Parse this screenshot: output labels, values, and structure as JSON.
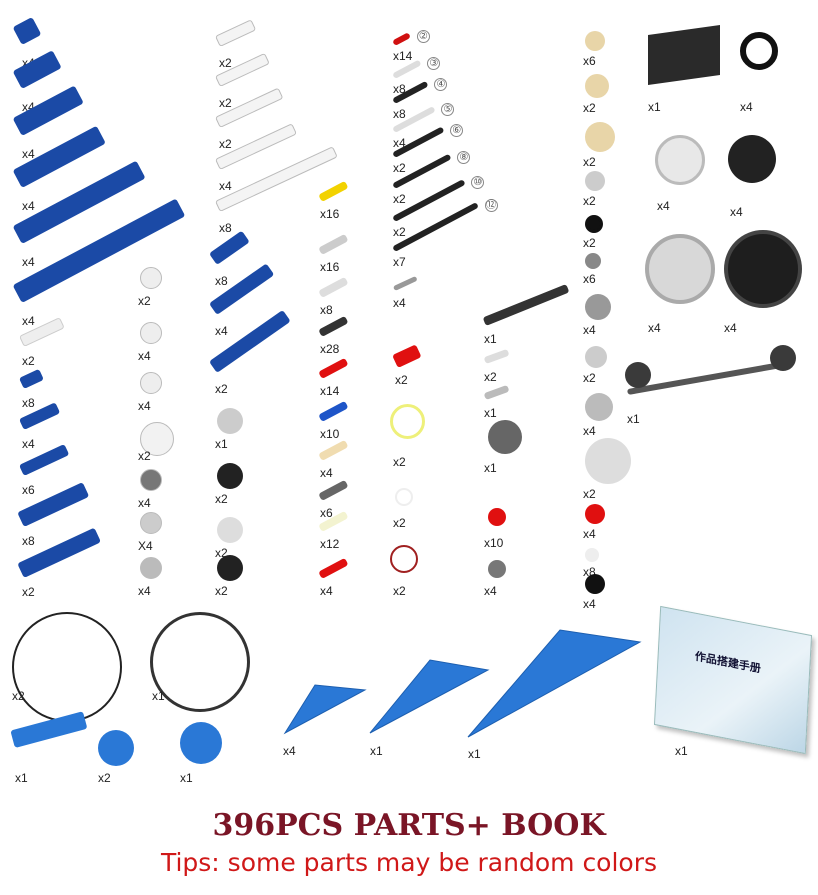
{
  "parts": {
    "blue_beams": [
      "x4",
      "x4",
      "x4",
      "x4",
      "x4",
      "x4"
    ],
    "blue_plates": [
      "x2",
      "x8",
      "x4",
      "x6",
      "x8",
      "x2"
    ],
    "connectors_col2": [
      "x2",
      "x4",
      "x4",
      "x2",
      "x4",
      "X4",
      "x4"
    ],
    "white_beams": [
      "x2",
      "x2",
      "x2",
      "x4",
      "x8"
    ],
    "col3_parts": [
      "x8",
      "x4",
      "x2",
      "x1",
      "x2",
      "x2",
      "x2"
    ],
    "pins": [
      "x16",
      "x16",
      "x8",
      "x28",
      "x14",
      "x10",
      "x4",
      "x6",
      "x12",
      "x4"
    ],
    "axles": [
      {
        "qty": "x14",
        "length": "②"
      },
      {
        "qty": "x8",
        "length": "③"
      },
      {
        "qty": "x8",
        "length": "④"
      },
      {
        "qty": "x4",
        "length": "⑤"
      },
      {
        "qty": "x2",
        "length": "⑥"
      },
      {
        "qty": "x2",
        "length": "⑧"
      },
      {
        "qty": "x2",
        "length": "⑩"
      },
      {
        "qty": "x7",
        "length": "⑫"
      }
    ],
    "col5_parts": [
      "x4",
      "x2",
      "x2",
      "x2",
      "x2"
    ],
    "col6_parts": [
      "x1",
      "x2",
      "x1",
      "x1",
      "x10",
      "x4"
    ],
    "gears": [
      "x6",
      "x2",
      "x2",
      "x2",
      "x2",
      "x6",
      "x4",
      "x2",
      "x4",
      "x2",
      "x4",
      "x8",
      "x4"
    ],
    "right_parts": [
      "x1",
      "x4",
      "x4",
      "x4",
      "x4",
      "x4",
      "x1"
    ],
    "cables": [
      "x2",
      "x1"
    ],
    "round_plates": [
      "x1",
      "x2",
      "x1"
    ],
    "triangles": [
      "x4",
      "x1",
      "x1"
    ],
    "book": {
      "qty": "x1",
      "title": "作品搭建手册"
    }
  },
  "colors": {
    "blue": "#1b4aa6",
    "title": "#7a1526",
    "tips": "#d01818"
  },
  "footer": {
    "title": "396PCS  PARTS+ BOOK",
    "tips": "Tips: some parts may be random colors"
  }
}
